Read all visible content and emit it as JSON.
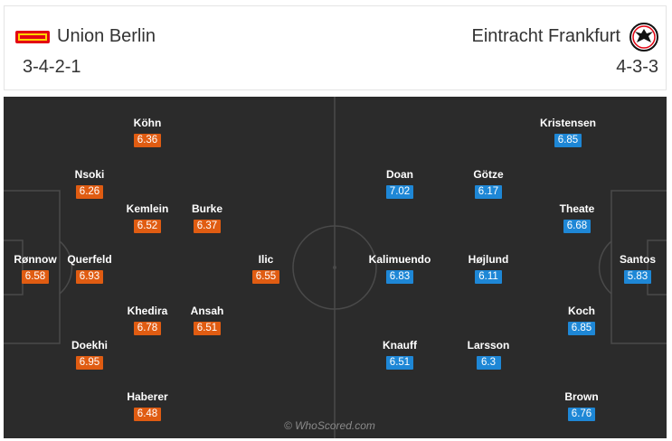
{
  "home": {
    "name": "Union Berlin",
    "formation": "3-4-2-1",
    "logo_icon": "union-berlin-logo-icon",
    "color": "#e05c12"
  },
  "away": {
    "name": "Eintracht Frankfurt",
    "formation": "4-3-3",
    "logo_icon": "eintracht-frankfurt-eagle-icon",
    "color": "#1e87d6"
  },
  "watermark": "© WhoScored.com",
  "pitch_color": "#2b2b2b",
  "home_players": [
    {
      "name": "Rønnow",
      "rating": "6.58"
    },
    {
      "name": "Köhn",
      "rating": "6.36"
    },
    {
      "name": "Nsoki",
      "rating": "6.26"
    },
    {
      "name": "Kemlein",
      "rating": "6.52"
    },
    {
      "name": "Burke",
      "rating": "6.37"
    },
    {
      "name": "Querfeld",
      "rating": "6.93"
    },
    {
      "name": "Ilic",
      "rating": "6.55"
    },
    {
      "name": "Khedira",
      "rating": "6.78"
    },
    {
      "name": "Ansah",
      "rating": "6.51"
    },
    {
      "name": "Doekhi",
      "rating": "6.95"
    },
    {
      "name": "Haberer",
      "rating": "6.48"
    }
  ],
  "away_players": [
    {
      "name": "Kristensen",
      "rating": "6.85"
    },
    {
      "name": "Doan",
      "rating": "7.02"
    },
    {
      "name": "Götze",
      "rating": "6.17"
    },
    {
      "name": "Theate",
      "rating": "6.68"
    },
    {
      "name": "Kalimuendo",
      "rating": "6.83"
    },
    {
      "name": "Højlund",
      "rating": "6.11"
    },
    {
      "name": "Santos",
      "rating": "5.83"
    },
    {
      "name": "Koch",
      "rating": "6.85"
    },
    {
      "name": "Knauff",
      "rating": "6.51"
    },
    {
      "name": "Larsson",
      "rating": "6.3"
    },
    {
      "name": "Brown",
      "rating": "6.76"
    }
  ]
}
